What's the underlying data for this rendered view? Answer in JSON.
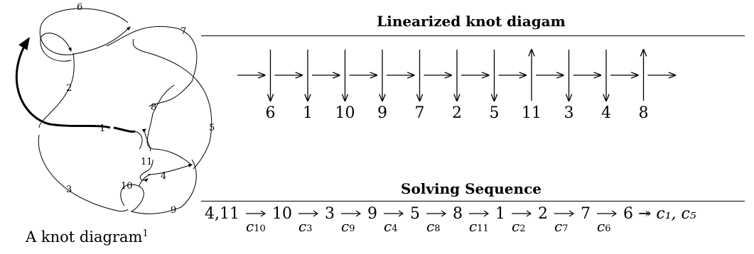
{
  "knot": {
    "caption": "A knot diagram",
    "footnote": "1",
    "labels": [
      "6",
      "7",
      "2",
      "8",
      "1",
      "5",
      "11",
      "4",
      "10",
      "3",
      "9"
    ]
  },
  "linearized": {
    "title": "Linearized knot diagam",
    "crossings": [
      {
        "label": "6",
        "dir": "down"
      },
      {
        "label": "1",
        "dir": "down"
      },
      {
        "label": "10",
        "dir": "down"
      },
      {
        "label": "9",
        "dir": "down"
      },
      {
        "label": "7",
        "dir": "down"
      },
      {
        "label": "2",
        "dir": "down"
      },
      {
        "label": "5",
        "dir": "down"
      },
      {
        "label": "11",
        "dir": "up"
      },
      {
        "label": "3",
        "dir": "down"
      },
      {
        "label": "4",
        "dir": "down"
      },
      {
        "label": "8",
        "dir": "up"
      }
    ]
  },
  "solving": {
    "title": "Solving Sequence",
    "start": "4,11",
    "steps": [
      {
        "via": "10",
        "to": "10"
      },
      {
        "via": "3",
        "to": "3"
      },
      {
        "via": "9",
        "to": "9"
      },
      {
        "via": "4",
        "to": "5"
      },
      {
        "via": "8",
        "to": "8"
      },
      {
        "via": "11",
        "to": "1"
      },
      {
        "via": "2",
        "to": "2"
      },
      {
        "via": "7",
        "to": "7"
      },
      {
        "via": "6",
        "to": "6"
      }
    ],
    "end_arrow": "↠",
    "end": "c₁, c₅"
  }
}
